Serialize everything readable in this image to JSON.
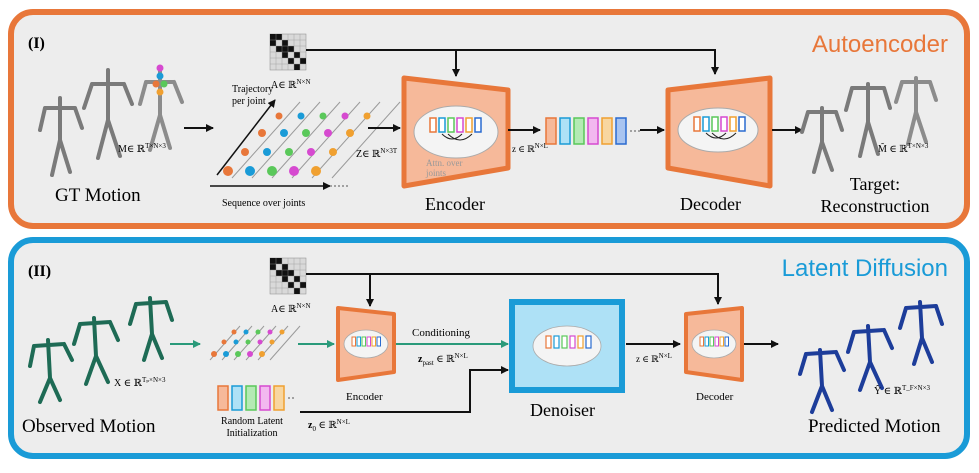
{
  "panel1": {
    "id_label": "(I)",
    "title": "Autoencoder",
    "title_color": "#e8773a",
    "border_color": "#e8773a",
    "input_caption": "GT Motion",
    "input_symbol": "M∈ ℝ",
    "input_sup": "T×N×3",
    "adj_symbol": "A∈ ℝ",
    "adj_sup": "N×N",
    "trajectory_label_1": "Trajectory",
    "trajectory_label_2": "per joint",
    "sequence_label": "Sequence over joints",
    "z_input_symbol": "Z∈ ℝ",
    "z_input_sup": "N×3T",
    "attention_label_1": "Attn. over",
    "attention_label_2": "joints",
    "encoder_label": "Encoder",
    "latent_symbol": "z ∈ ℝ",
    "latent_sup": "N×L",
    "decoder_label": "Decoder",
    "output_symbol": "M̃ ∈ ℝ",
    "output_sup": "T×N×3",
    "target_label_1": "Target:",
    "target_label_2": "Reconstruction"
  },
  "panel2": {
    "id_label": "(II)",
    "title": "Latent Diffusion",
    "title_color": "#1a9bd7",
    "border_color": "#1a9bd7",
    "input_caption": "Observed Motion",
    "input_symbol": "X ∈ ℝ",
    "input_sup": "Tₚ×N×3",
    "adj_symbol": "A∈ ℝ",
    "adj_sup": "N×N",
    "encoder_label": "Encoder",
    "conditioning_label": "Conditioning",
    "zpast_symbol": "z",
    "zpast_sub": "past",
    "zpast_tail": " ∈ ℝ",
    "zpast_sup": "N×L",
    "denoiser_label": "Denoiser",
    "latent_symbol": "z ∈ ℝ",
    "latent_sup": "N×L",
    "decoder_label": "Decoder",
    "random_label_1": "Random Latent",
    "random_label_2": "Initialization",
    "z0_symbol": "z",
    "z0_sub": "0",
    "z0_tail": " ∈ ℝ",
    "z0_sup": "N×L",
    "output_symbol": "Ŷ ∈ ℝ",
    "output_sup": "T_F×N×3",
    "output_caption": "Predicted Motion"
  },
  "colors": {
    "encoder_fill": "#f6b99a",
    "encoder_border": "#e8773a",
    "denoiser_fill": "#aee1f6",
    "denoiser_border": "#1a9bd7",
    "panel_bg": "#ededed",
    "skeleton_gray": "#7a7a7a",
    "skeleton_green": "#1e6b55",
    "skeleton_blue": "#1d3d9a",
    "latent_colors": [
      "#e8773a",
      "#1a9bd7",
      "#5ac85a",
      "#d64ad0",
      "#f0a030",
      "#2a6bd0"
    ]
  }
}
